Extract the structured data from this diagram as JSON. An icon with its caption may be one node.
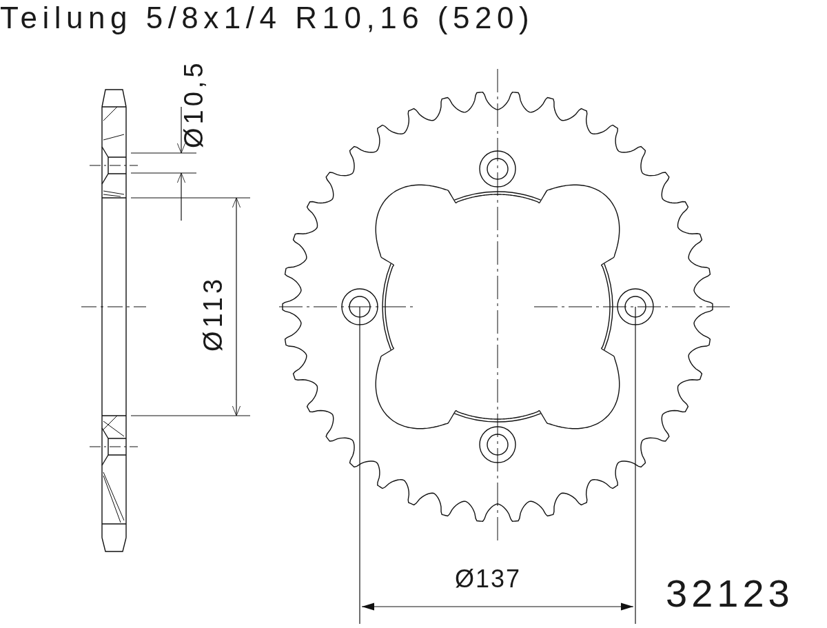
{
  "diagram": {
    "title": "Teilung 5/8x1/4 R10,16 (520)",
    "labels": [
      "Ø10,5",
      "Ø113",
      "Ø137",
      "32123"
    ]
  }
}
